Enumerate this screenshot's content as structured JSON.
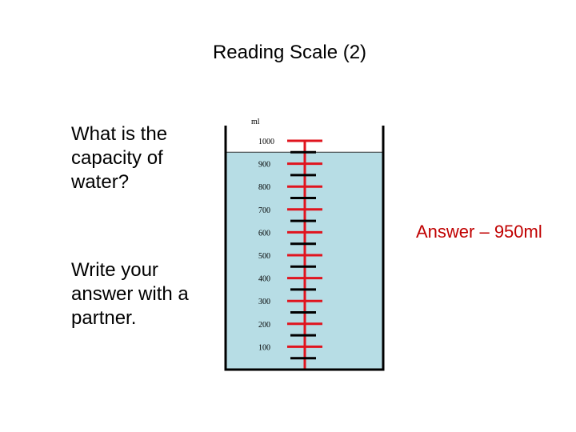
{
  "title": "Reading Scale (2)",
  "question": "What is the capacity of water?",
  "instruction": "Write your answer with a partner.",
  "answer": "Answer – 950ml",
  "scale": {
    "unit_label": "ml",
    "labels": [
      "1000",
      "900",
      "800",
      "700",
      "600",
      "500",
      "400",
      "300",
      "200",
      "100"
    ],
    "max": 1000,
    "water_level": 950,
    "colors": {
      "water": "#b7dde5",
      "major_tick": "#e0141e",
      "minor_tick": "#000000",
      "container": "#000000",
      "answer": "#c00000"
    }
  }
}
